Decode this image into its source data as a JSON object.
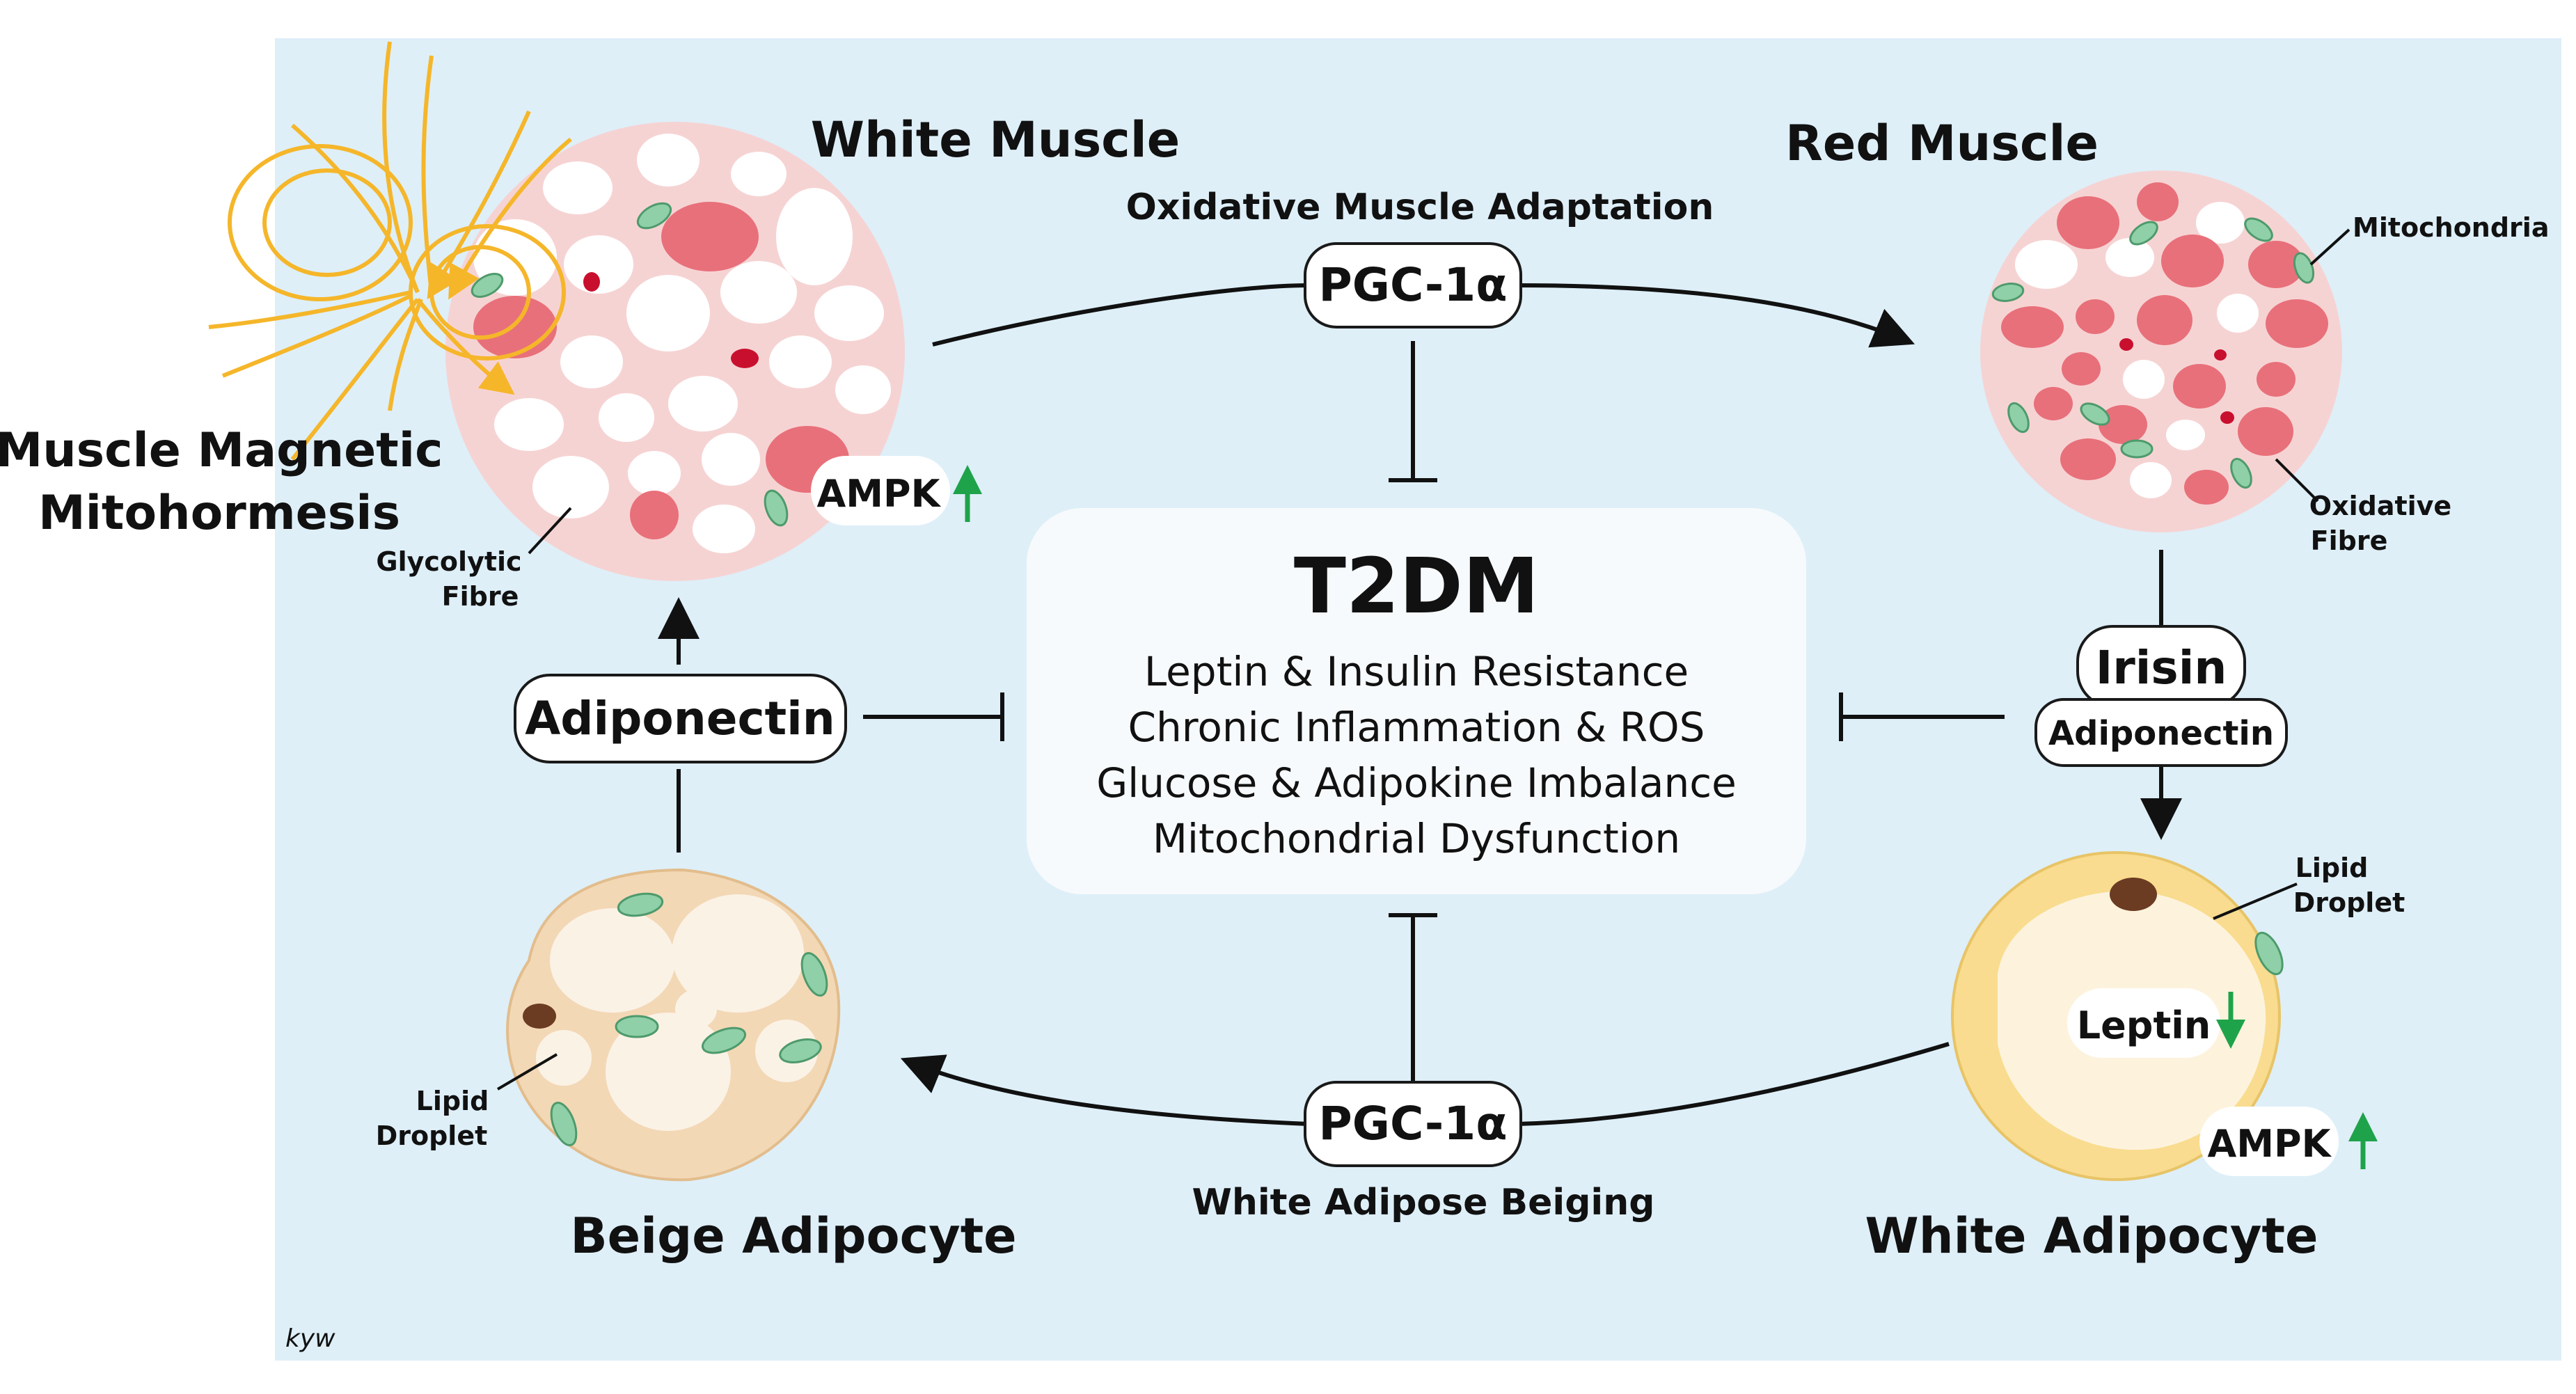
{
  "diagram": {
    "center": {
      "title": "T2DM",
      "lines": [
        "Leptin & Insulin Resistance",
        "Chronic Inflammation & ROS",
        "Glucose & Adipokine Imbalance",
        "Mitochondrial Dysfunction"
      ]
    },
    "nodes": {
      "white_muscle": "White Muscle",
      "red_muscle": "Red Muscle",
      "beige_adipocyte": "Beige Adipocyte",
      "white_adipocyte": "White Adipocyte",
      "magnetic_1": "Muscle Magnetic",
      "magnetic_2": "Mitohormesis"
    },
    "labels": {
      "oxidative_adaptation": "Oxidative Muscle Adaptation",
      "pgc_top": "PGC-1α",
      "pgc_bottom": "PGC-1α",
      "beiging": "White Adipose Beiging",
      "irisin": "Irisin",
      "adiponectin_right": "Adiponectin",
      "adiponectin_left": "Adiponectin",
      "ampk_muscle": "AMPK",
      "ampk_adipo": "AMPK",
      "leptin": "Leptin",
      "mitochondria": "Mitochondria",
      "oxidative_fibre_1": "Oxidative",
      "oxidative_fibre_2": "Fibre",
      "glycolytic_1": "Glycolytic",
      "glycolytic_2": "Fibre",
      "lipid_right_1": "Lipid",
      "lipid_right_2": "Droplet",
      "lipid_left_1": "Lipid",
      "lipid_left_2": "Droplet",
      "signature": "kyw"
    },
    "colors": {
      "background": "#deeff8",
      "muscle_fill": "#f6d3d3",
      "fibre_red": "#e8707a",
      "fibre_white": "#ffffff",
      "beige_fill": "#f3d8b6",
      "white_adipo_fill": "#f9dc8f",
      "mito_green": "#8fd0a8",
      "arrow_up_green": "#1fa34a",
      "magnetic_orange": "#f5b62a"
    }
  }
}
